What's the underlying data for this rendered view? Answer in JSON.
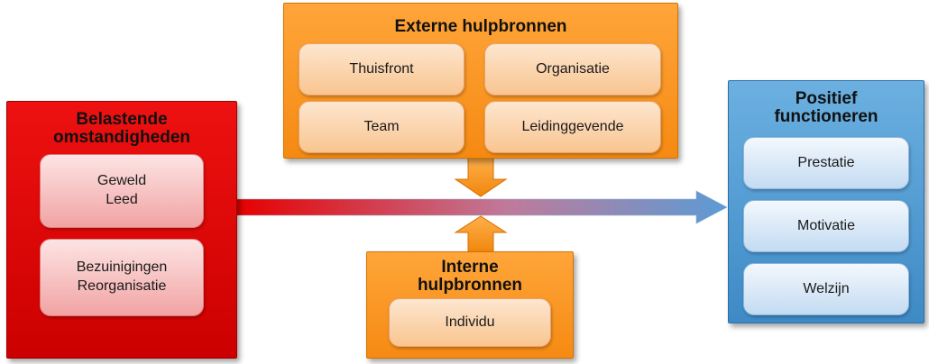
{
  "left_panel": {
    "title_line1": "Belastende",
    "title_line2": "omstandigheden",
    "items": [
      {
        "line1": "Geweld",
        "line2": "Leed"
      },
      {
        "line1": "Bezuinigingen",
        "line2": "Reorganisatie"
      }
    ]
  },
  "top_panel": {
    "title": "Externe hulpbronnen",
    "items": [
      "Thuisfront",
      "Organisatie",
      "Team",
      "Leidinggevende"
    ]
  },
  "bottom_panel": {
    "title_line1": "Interne",
    "title_line2": "hulpbronnen",
    "items": [
      "Individu"
    ]
  },
  "right_panel": {
    "title_line1": "Positief",
    "title_line2": "functioneren",
    "items": [
      "Prestatie",
      "Motivatie",
      "Welzijn"
    ]
  },
  "colors": {
    "red": "#e60000",
    "orange": "#f7951e",
    "blue": "#4a94d0",
    "arrow_start": "#e60000",
    "arrow_end": "#5b9bd5"
  }
}
